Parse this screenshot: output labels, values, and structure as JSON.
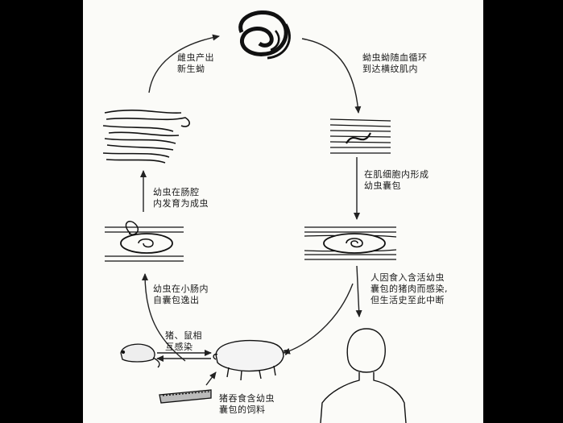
{
  "labels": {
    "female_larvae": "雌虫产出\n新生蚴",
    "blood_to_muscle": "蚴虫蚴随血循环\n到达横纹肌内",
    "cyst_forms": "在肌细胞内形成\n幼虫囊包",
    "human_infection": "人因食入含活幼虫\n囊包的猪肉而感染,\n但生活史至此中断",
    "intestine_adult": "幼虫在肠腔\n内发育为成虫",
    "cyst_release": "幼虫在小肠内\n自囊包逸出",
    "pig_rat": "猪、鼠相\n互感染",
    "pig_feed": "猪吞食含幼虫\n囊包的饲料"
  }
}
